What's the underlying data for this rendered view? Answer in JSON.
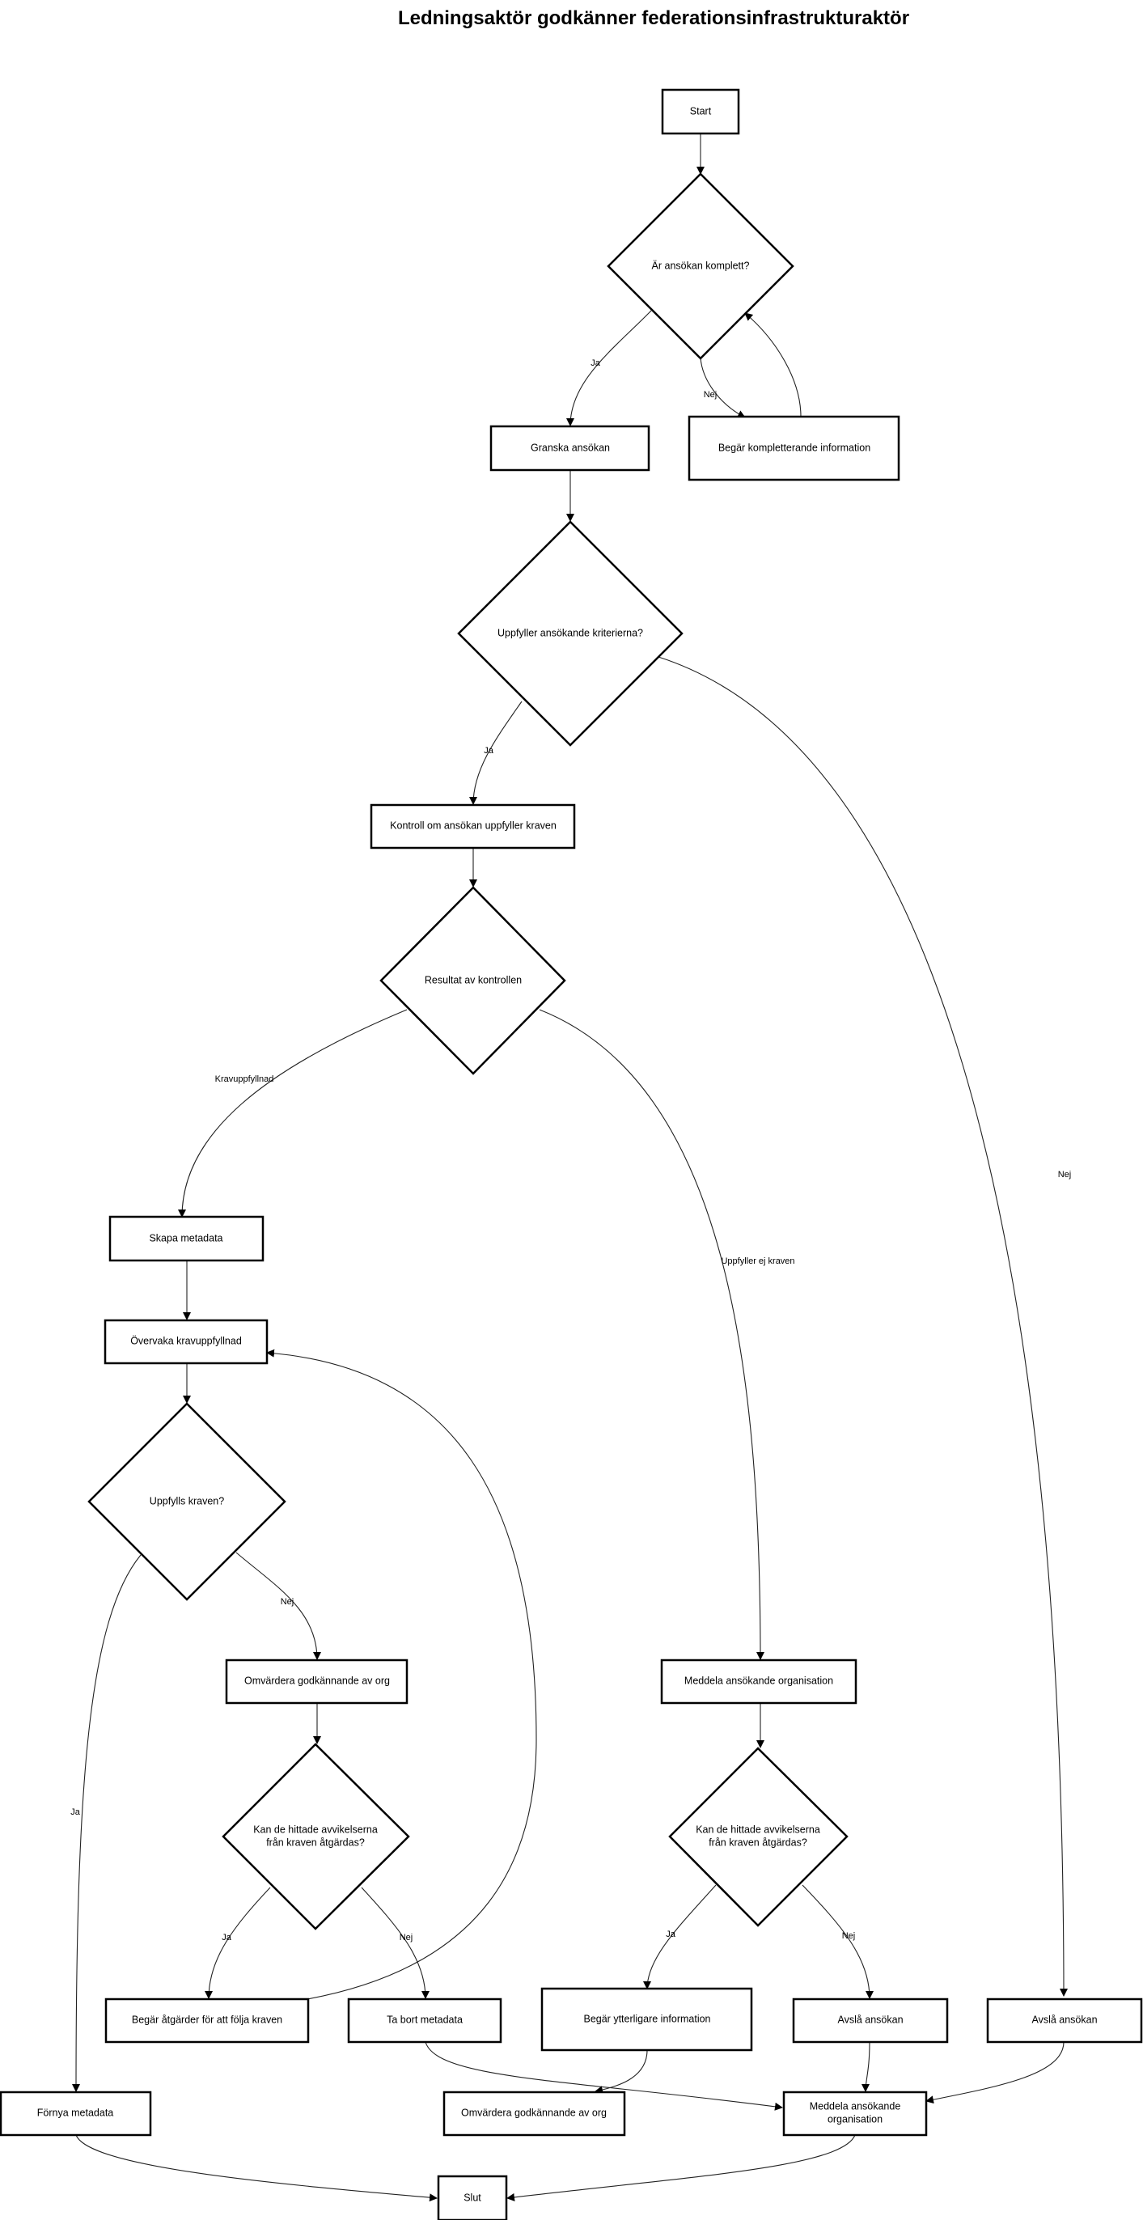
{
  "title": "Ledningsaktör godkänner federationsinfrastrukturaktör",
  "nodes": {
    "start": "Start",
    "q_complete": "Är ansökan komplett?",
    "review": "Granska ansökan",
    "request_info": "Begär kompletterande information",
    "q_criteria": "Uppfyller ansökande kriterierna?",
    "check_req": "Kontroll om ansökan uppfyller kraven",
    "q_result": "Resultat av kontrollen",
    "create_meta": "Skapa metadata",
    "monitor": "Övervaka kravuppfyllnad",
    "q_fulfilled": "Uppfylls kraven?",
    "reassess_1": "Omvärdera godkännande av org",
    "notify_1": "Meddela ansökande organisation",
    "q_fix_1": [
      "Kan de hittade avvikelserna",
      "från kraven åtgärdas?"
    ],
    "q_fix_2": [
      "Kan de hittade avvikelserna",
      "från kraven åtgärdas?"
    ],
    "request_actions": "Begär åtgärder för att följa kraven",
    "remove_meta": "Ta bort metadata",
    "request_more": "Begär ytterligare information",
    "reject_1": "Avslå ansökan",
    "reject_2": "Avslå ansökan",
    "renew_meta": "Förnya metadata",
    "reassess_2": "Omvärdera godkännande av org",
    "notify_2": [
      "Meddela ansökande",
      "organisation"
    ],
    "end": "Slut"
  },
  "edge_labels": {
    "yes": "Ja",
    "no": "Nej",
    "fulfilled": "Kravuppfyllnad",
    "not_fulfilled": "Uppfyller ej kraven"
  }
}
